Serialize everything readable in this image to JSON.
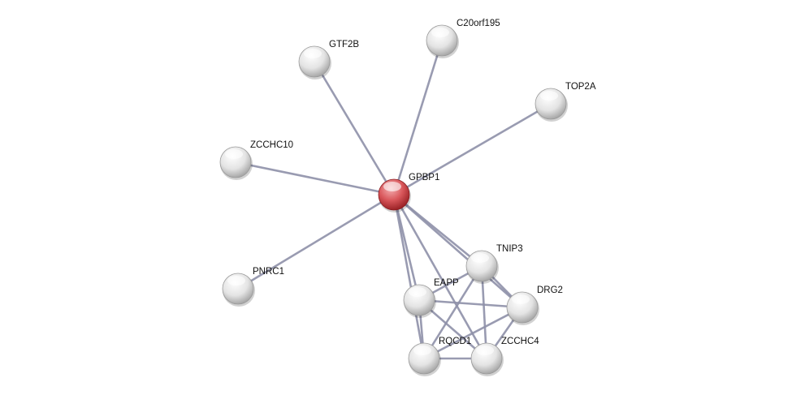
{
  "network": {
    "query_node": "GPBP1",
    "nodes": [
      {
        "id": "GPBP1",
        "label": "GPBP1",
        "query": true
      },
      {
        "id": "GTF2B",
        "label": "GTF2B"
      },
      {
        "id": "C20orf195",
        "label": "C20orf195"
      },
      {
        "id": "TOP2A",
        "label": "TOP2A"
      },
      {
        "id": "ZCCHC10",
        "label": "ZCCHC10"
      },
      {
        "id": "PNRC1",
        "label": "PNRC1"
      },
      {
        "id": "TNIP3",
        "label": "TNIP3"
      },
      {
        "id": "EAPP",
        "label": "EAPP"
      },
      {
        "id": "DRG2",
        "label": "DRG2"
      },
      {
        "id": "RQCD1",
        "label": "RQCD1"
      },
      {
        "id": "ZCCHC4",
        "label": "ZCCHC4"
      }
    ],
    "edges": [
      [
        "GPBP1",
        "GTF2B"
      ],
      [
        "GPBP1",
        "C20orf195"
      ],
      [
        "GPBP1",
        "TOP2A"
      ],
      [
        "GPBP1",
        "ZCCHC10"
      ],
      [
        "GPBP1",
        "PNRC1"
      ],
      [
        "GPBP1",
        "TNIP3"
      ],
      [
        "GPBP1",
        "DRG2"
      ],
      [
        "GPBP1",
        "EAPP"
      ],
      [
        "GPBP1",
        "RQCD1"
      ],
      [
        "GPBP1",
        "ZCCHC4"
      ],
      [
        "EAPP",
        "TNIP3"
      ],
      [
        "EAPP",
        "DRG2"
      ],
      [
        "EAPP",
        "ZCCHC4"
      ],
      [
        "EAPP",
        "RQCD1"
      ],
      [
        "TNIP3",
        "RQCD1"
      ],
      [
        "TNIP3",
        "ZCCHC4"
      ],
      [
        "TNIP3",
        "DRG2"
      ],
      [
        "DRG2",
        "RQCD1"
      ],
      [
        "DRG2",
        "ZCCHC4"
      ],
      [
        "RQCD1",
        "ZCCHC4"
      ]
    ],
    "colors": {
      "edge": "#8e90a8",
      "query_node": "#d9474c",
      "node": "#e6e6e6"
    }
  }
}
